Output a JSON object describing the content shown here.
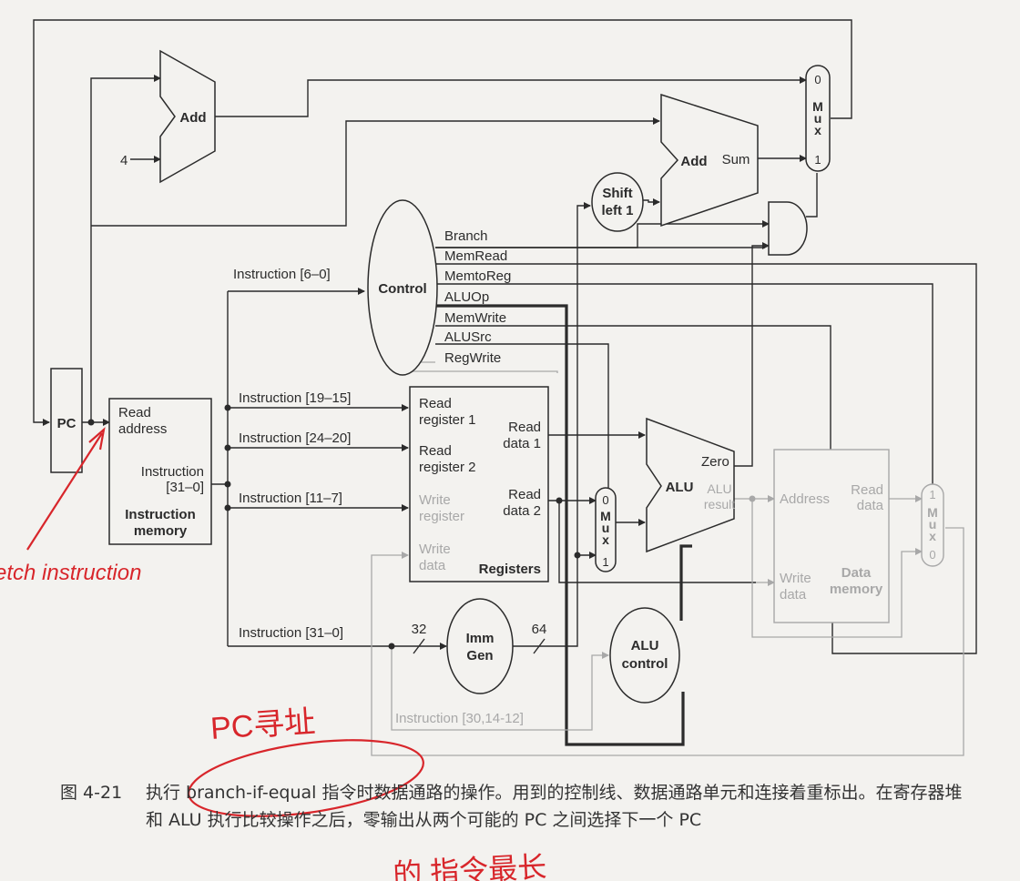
{
  "diagram": {
    "pc": "PC",
    "add_top": "Add",
    "const_four": "4",
    "add_branch": "Add",
    "add_branch_sum": "Sum",
    "shift_left_1": "Shift\nleft 1",
    "mux_top": {
      "label": "Mux",
      "in0": "0",
      "in1": "1"
    },
    "control": "Control",
    "control_signals": [
      "Branch",
      "MemRead",
      "MemtoReg",
      "ALUOp",
      "MemWrite",
      "ALUSrc",
      "RegWrite"
    ],
    "instr_mem": {
      "read_address": "Read\naddress",
      "instruction": "Instruction\n[31–0]",
      "title": "Instruction\nmemory"
    },
    "instr_fields": {
      "ctrl": "Instruction [6–0]",
      "rs1": "Instruction [19–15]",
      "rs2": "Instruction [24–20]",
      "rd": "Instruction [11–7]",
      "all": "Instruction [31–0]",
      "aluctrl": "Instruction [30,14-12]"
    },
    "registers": {
      "read_reg1": "Read\nregister 1",
      "read_reg2": "Read\nregister 2",
      "write_reg": "Write\nregister",
      "write_data": "Write\ndata",
      "read_data1": "Read\ndata 1",
      "read_data2": "Read\ndata 2",
      "title": "Registers"
    },
    "mux_alu": {
      "label": "Mux",
      "in0": "0",
      "in1": "1"
    },
    "alu": {
      "label": "ALU",
      "zero": "Zero",
      "result": "ALU\nresult"
    },
    "imm_gen": {
      "label": "Imm\nGen",
      "in_width": "32",
      "out_width": "64"
    },
    "alu_control": "ALU\ncontrol",
    "data_mem": {
      "address": "Address",
      "read_data": "Read\ndata",
      "write_data": "Write\ndata",
      "title": "Data\nmemory"
    },
    "mux_mem": {
      "label": "Mux",
      "in0": "0",
      "in1": "1"
    }
  },
  "annotations": {
    "fetch_note": "etch instruction",
    "pc_note": "PC寻址",
    "bottom_note": "的 指令最长"
  },
  "caption": {
    "number": "图 4-21",
    "text": "执行 branch-if-equal 指令时数据通路的操作。用到的控制线、数据通路单元和连接着重标出。在寄存器堆和 ALU 执行比较操作之后，零输出从两个可能的 PC 之间选择下一个 PC"
  },
  "colors": {
    "ink": "#2b2b2b",
    "faded": "#a8a8a8",
    "annotation": "#d8262b",
    "paper": "#f3f2ef"
  }
}
